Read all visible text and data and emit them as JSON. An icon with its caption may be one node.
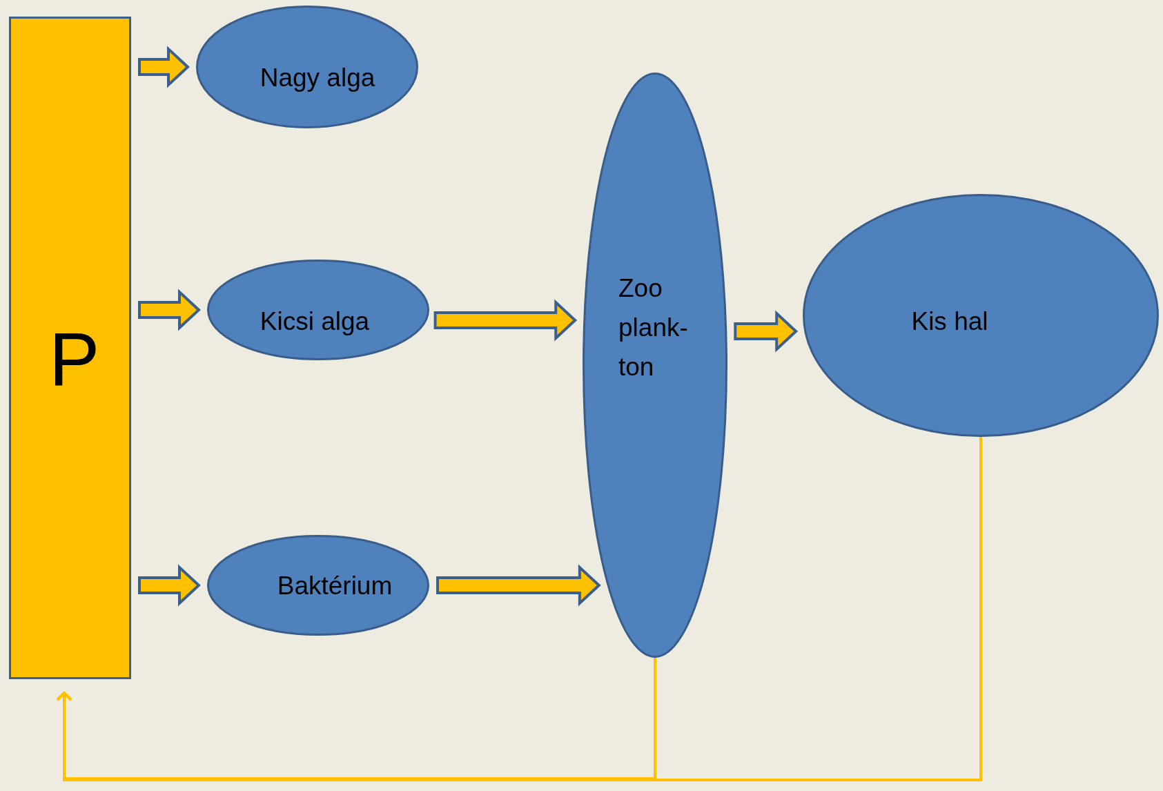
{
  "diagram": {
    "nodes": [
      {
        "text": [
          "P"
        ]
      },
      {
        "text": [
          "Nagy alga"
        ]
      },
      {
        "text": [
          "Kicsi alga"
        ]
      },
      {
        "text": [
          "Baktérium"
        ]
      },
      {
        "text": [
          "Zoo plank- ton"
        ]
      },
      {
        "text": [
          "Kis hal"
        ]
      }
    ],
    "edges": [
      {
        "from": 0,
        "to": 1,
        "arrow": "to",
        "style": "thick"
      },
      {
        "from": 0,
        "to": 2,
        "arrow": "to",
        "style": "thick"
      },
      {
        "from": 0,
        "to": 3,
        "arrow": "to",
        "style": "thick"
      },
      {
        "from": 2,
        "to": 4,
        "arrow": "to",
        "style": "thick"
      },
      {
        "from": 3,
        "to": 4,
        "arrow": "to",
        "style": "thick"
      },
      {
        "from": 4,
        "to": 5,
        "arrow": "to",
        "style": "thick"
      },
      {
        "from": 4,
        "to": 0,
        "arrow": "to",
        "color": "#ffc000"
      },
      {
        "from": 5,
        "to": 0,
        "arrow": "to",
        "color": "#ffc000"
      }
    ]
  }
}
